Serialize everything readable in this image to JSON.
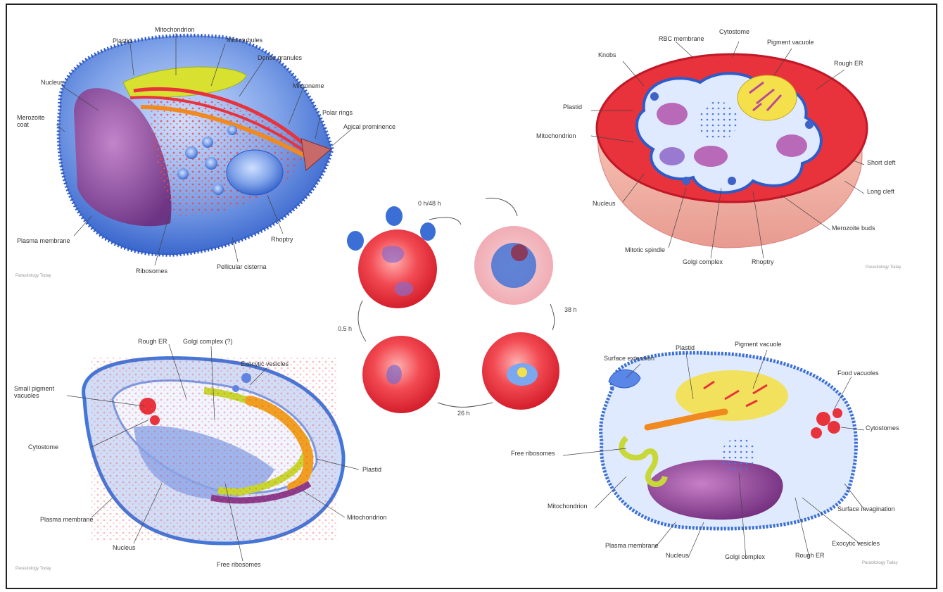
{
  "panels": {
    "merozoite": {
      "labels": {
        "plastid": "Plastid",
        "mitochondrion": "Mitochondrion",
        "microtubules": "Microtubules",
        "dense_granules": "Dense granules",
        "nucleus": "Nucleus",
        "microneme": "Microneme",
        "merozoite_coat": "Merozoite\ncoat",
        "polar_rings": "Polar rings",
        "apical_prominence": "Apical prominence",
        "plasma_membrane": "Plasma membrane",
        "rhoptry": "Rhoptry",
        "ribosomes": "Ribosomes",
        "pellicular_cisterna": "Pellicular cisterna"
      },
      "credit": "Parasitology Today"
    },
    "schizont": {
      "labels": {
        "rbc_membrane": "RBC membrane",
        "cytostome": "Cytostome",
        "pigment_vacuole": "Pigment vacuole",
        "knobs": "Knobs",
        "rough_er": "Rough ER",
        "plastid": "Plastid",
        "mitochondrion": "Mitochondrion",
        "short_cleft": "Short cleft",
        "long_cleft": "Long cleft",
        "nucleus": "Nucleus",
        "merozoite_buds": "Merozoite buds",
        "mitotic_spindle": "Mitotic spindle",
        "golgi_complex": "Golgi complex",
        "rhoptry": "Rhoptry"
      },
      "credit": "Parasitology Today"
    },
    "ring": {
      "labels": {
        "rough_er": "Rough ER",
        "golgi_complex": "Golgi complex (?)",
        "exocytic_vesicles": "Exocytic vesicles",
        "small_pigment_vacuoles": "Small pigment\nvacuoles",
        "cytostome": "Cytostome",
        "plastid": "Plastid",
        "plasma_membrane": "Plasma membrane",
        "mitochondrion": "Mitochondrion",
        "nucleus": "Nucleus",
        "free_ribosomes": "Free ribosomes"
      },
      "credit": "Parasitology Today"
    },
    "trophozoite": {
      "labels": {
        "surface_extension": "Surface extension",
        "plastid": "Plastid",
        "pigment_vacuole": "Pigment vacuole",
        "food_vacuoles": "Food vacuoles",
        "cytostomes": "Cytostomes",
        "free_ribosomes": "Free ribosomes",
        "mitochondrion": "Mitochondrion",
        "surface_invagination": "Surface invagination",
        "exocytic_vesicles": "Exocytic vesicles",
        "plasma_membrane": "Plasma membrane",
        "nucleus": "Nucleus",
        "golgi_complex": "Golgi complex",
        "rough_er": "Rough ER"
      },
      "credit": "Parasitology Today"
    }
  },
  "cycle": {
    "times": {
      "t0": "0 h/48 h",
      "t05": "0.5 h",
      "t26": "26 h",
      "t38": "38 h"
    }
  },
  "colors": {
    "rbc_red": "#e8323c",
    "membrane_blue": "#3b6fd6",
    "nucleus_purple": "#8a3a8c",
    "plastid_yellow": "#d8e030",
    "mito_orange": "#f08a20",
    "pigment_yellow": "#f4e04a"
  }
}
